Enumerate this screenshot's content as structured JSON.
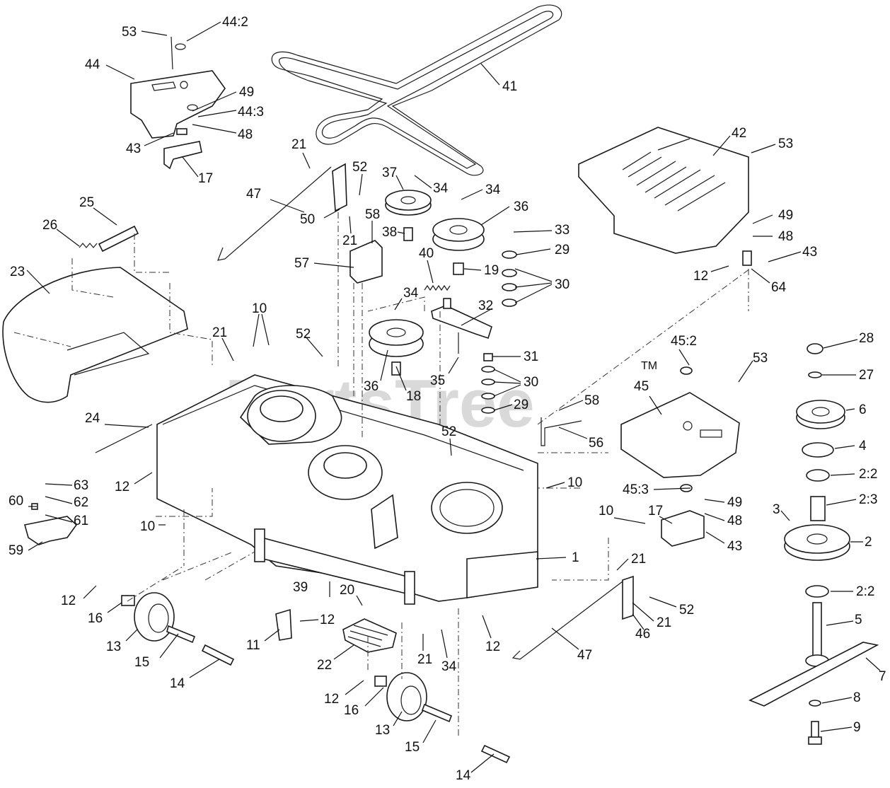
{
  "watermark": {
    "text": "PartsTree",
    "tm": "TM"
  },
  "callouts": [
    {
      "id": "c53a",
      "text": "53"
    },
    {
      "id": "c44_2",
      "text": "44:2"
    },
    {
      "id": "c44",
      "text": "44"
    },
    {
      "id": "c49a",
      "text": "49"
    },
    {
      "id": "c44_3",
      "text": "44:3"
    },
    {
      "id": "c48a",
      "text": "48"
    },
    {
      "id": "c43a",
      "text": "43"
    },
    {
      "id": "c17a",
      "text": "17"
    },
    {
      "id": "c41",
      "text": "41"
    },
    {
      "id": "c42",
      "text": "42"
    },
    {
      "id": "c53b",
      "text": "53"
    },
    {
      "id": "c21a",
      "text": "21"
    },
    {
      "id": "c52a",
      "text": "52"
    },
    {
      "id": "c37",
      "text": "37"
    },
    {
      "id": "c34a",
      "text": "34"
    },
    {
      "id": "c34b",
      "text": "34"
    },
    {
      "id": "c36a",
      "text": "36"
    },
    {
      "id": "c47a",
      "text": "47"
    },
    {
      "id": "c50",
      "text": "50"
    },
    {
      "id": "c21b",
      "text": "21"
    },
    {
      "id": "c58a",
      "text": "58"
    },
    {
      "id": "c38",
      "text": "38"
    },
    {
      "id": "c33",
      "text": "33"
    },
    {
      "id": "c29a",
      "text": "29"
    },
    {
      "id": "c49b",
      "text": "49"
    },
    {
      "id": "c48b",
      "text": "48"
    },
    {
      "id": "c43b",
      "text": "43"
    },
    {
      "id": "c12a",
      "text": "12"
    },
    {
      "id": "c64",
      "text": "64"
    },
    {
      "id": "c25",
      "text": "25"
    },
    {
      "id": "c26",
      "text": "26"
    },
    {
      "id": "c57",
      "text": "57"
    },
    {
      "id": "c40",
      "text": "40"
    },
    {
      "id": "c19",
      "text": "19"
    },
    {
      "id": "c30a",
      "text": "30"
    },
    {
      "id": "c23",
      "text": "23"
    },
    {
      "id": "c34c",
      "text": "34"
    },
    {
      "id": "c32",
      "text": "32"
    },
    {
      "id": "c10a",
      "text": "10"
    },
    {
      "id": "c21c",
      "text": "21"
    },
    {
      "id": "c52b",
      "text": "52"
    },
    {
      "id": "c31",
      "text": "31"
    },
    {
      "id": "c45_2",
      "text": "45:2"
    },
    {
      "id": "c53c",
      "text": "53"
    },
    {
      "id": "c28",
      "text": "28"
    },
    {
      "id": "c27",
      "text": "27"
    },
    {
      "id": "c30b",
      "text": "30"
    },
    {
      "id": "c35",
      "text": "35"
    },
    {
      "id": "c36b",
      "text": "36"
    },
    {
      "id": "c18",
      "text": "18"
    },
    {
      "id": "c45",
      "text": "45"
    },
    {
      "id": "c6",
      "text": "6"
    },
    {
      "id": "c29b",
      "text": "29"
    },
    {
      "id": "c24",
      "text": "24"
    },
    {
      "id": "c58b",
      "text": "58"
    },
    {
      "id": "c52c",
      "text": "52"
    },
    {
      "id": "c56",
      "text": "56"
    },
    {
      "id": "c4",
      "text": "4"
    },
    {
      "id": "c12b",
      "text": "12"
    },
    {
      "id": "c10b",
      "text": "10"
    },
    {
      "id": "c2_2a",
      "text": "2:2"
    },
    {
      "id": "c63",
      "text": "63"
    },
    {
      "id": "c60",
      "text": "60"
    },
    {
      "id": "c62",
      "text": "62"
    },
    {
      "id": "c61",
      "text": "61"
    },
    {
      "id": "c45_3",
      "text": "45:3"
    },
    {
      "id": "c49c",
      "text": "49"
    },
    {
      "id": "c2_3",
      "text": "2:3"
    },
    {
      "id": "c3",
      "text": "3"
    },
    {
      "id": "c10c",
      "text": "10"
    },
    {
      "id": "c17b",
      "text": "17"
    },
    {
      "id": "c48c",
      "text": "48"
    },
    {
      "id": "c10d",
      "text": "10"
    },
    {
      "id": "c43c",
      "text": "43"
    },
    {
      "id": "c2",
      "text": "2"
    },
    {
      "id": "c59",
      "text": "59"
    },
    {
      "id": "c1",
      "text": "1"
    },
    {
      "id": "c21d",
      "text": "21"
    },
    {
      "id": "c2_2b",
      "text": "2:2"
    },
    {
      "id": "c12c",
      "text": "12"
    },
    {
      "id": "c39",
      "text": "39"
    },
    {
      "id": "c20",
      "text": "20"
    },
    {
      "id": "c52d",
      "text": "52"
    },
    {
      "id": "c16a",
      "text": "16"
    },
    {
      "id": "c5",
      "text": "5"
    },
    {
      "id": "c12d",
      "text": "12"
    },
    {
      "id": "c21e",
      "text": "21"
    },
    {
      "id": "c13a",
      "text": "13"
    },
    {
      "id": "c11",
      "text": "11"
    },
    {
      "id": "c46",
      "text": "46"
    },
    {
      "id": "c15a",
      "text": "15"
    },
    {
      "id": "c21f",
      "text": "21"
    },
    {
      "id": "c34d",
      "text": "34"
    },
    {
      "id": "c12e",
      "text": "12"
    },
    {
      "id": "c47b",
      "text": "47"
    },
    {
      "id": "c22",
      "text": "22"
    },
    {
      "id": "c7",
      "text": "7"
    },
    {
      "id": "c14a",
      "text": "14"
    },
    {
      "id": "c12f",
      "text": "12"
    },
    {
      "id": "c16b",
      "text": "16"
    },
    {
      "id": "c8",
      "text": "8"
    },
    {
      "id": "c13b",
      "text": "13"
    },
    {
      "id": "c9",
      "text": "9"
    },
    {
      "id": "c15b",
      "text": "15"
    },
    {
      "id": "c14b",
      "text": "14"
    }
  ]
}
